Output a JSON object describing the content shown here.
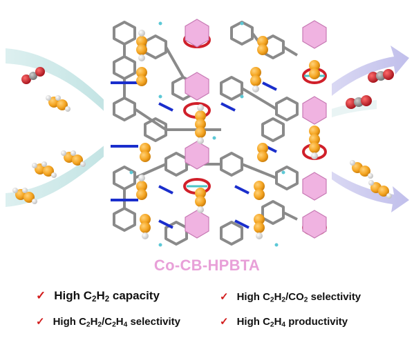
{
  "title": "Co-CB-HPBTA",
  "features": [
    {
      "prefix": "High C",
      "s1": "2",
      "mid": "H",
      "s2": "2",
      "suffix": " capacity"
    },
    {
      "prefix": "High C",
      "s1": "2",
      "mid": "H",
      "s2": "2",
      "mid2": "/CO",
      "s3": "2",
      "suffix": " selectivity"
    },
    {
      "prefix": "High C",
      "s1": "2",
      "mid": "H",
      "s2": "2",
      "mid2": "/C",
      "s3": "2",
      "mid3": "H",
      "s4": "4",
      "suffix": " selectivity"
    },
    {
      "prefix": "High C",
      "s1": "2",
      "mid": "H",
      "s2": "4",
      "suffix": " productivity"
    }
  ],
  "check_glyph": "✓",
  "colors": {
    "title": "#e8a0d8",
    "check": "#d21c1c",
    "gas_orange": "#f5a623",
    "carborane_pink": "#e8a0d8",
    "co2_red": "#d0202a",
    "framework_grey": "#8a8a8a",
    "nitrogen_blue": "#1a2ecc",
    "arrow_teal": "#cfe9e9",
    "arrow_lavender": "#c7c6ee"
  }
}
